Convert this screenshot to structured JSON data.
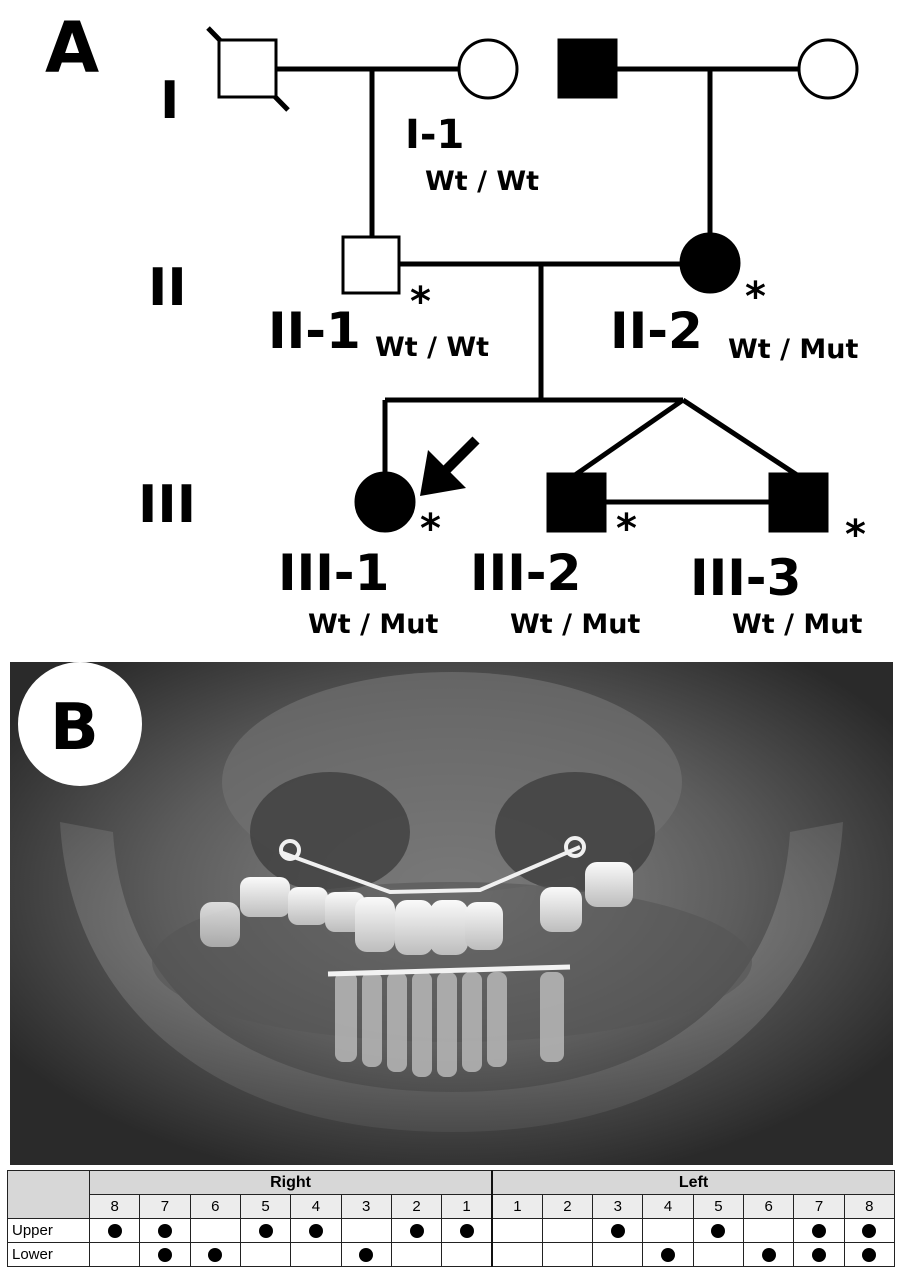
{
  "panel_a": {
    "letter": "A",
    "generations": [
      "I",
      "II",
      "III"
    ],
    "individuals": {
      "I_1": {
        "id": "I-1",
        "genotype": "Wt / Wt"
      },
      "II_1": {
        "id": "II-1",
        "genotype": "Wt / Wt",
        "marker": "*"
      },
      "II_2": {
        "id": "II-2",
        "genotype": "Wt / Mut",
        "marker": "*"
      },
      "III_1": {
        "id": "III-1",
        "genotype": "Wt / Mut",
        "marker": "*"
      },
      "III_2": {
        "id": "III-2",
        "genotype": "Wt / Mut",
        "marker": "*"
      },
      "III_3": {
        "id": "III-3",
        "genotype": "Wt / Mut",
        "marker": "*"
      }
    }
  },
  "panel_b": {
    "letter": "B"
  },
  "tooth_table": {
    "sides": [
      "Right",
      "Left"
    ],
    "right_numbers": [
      "8",
      "7",
      "6",
      "5",
      "4",
      "3",
      "2",
      "1"
    ],
    "left_numbers": [
      "1",
      "2",
      "3",
      "4",
      "5",
      "6",
      "7",
      "8"
    ],
    "rows": [
      {
        "label": "Upper",
        "right": [
          true,
          true,
          false,
          true,
          true,
          false,
          true,
          true
        ],
        "left": [
          false,
          false,
          true,
          false,
          true,
          false,
          true,
          true
        ]
      },
      {
        "label": "Lower",
        "right": [
          false,
          true,
          true,
          false,
          false,
          true,
          false,
          false
        ],
        "left": [
          false,
          false,
          false,
          true,
          false,
          true,
          true,
          true
        ]
      }
    ]
  }
}
